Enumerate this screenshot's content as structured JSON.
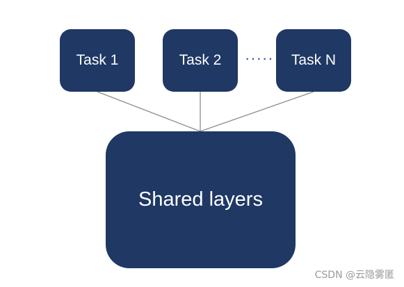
{
  "diagram": {
    "tasks": [
      {
        "label": "Task 1"
      },
      {
        "label": "Task 2"
      },
      {
        "label": "Task N"
      }
    ],
    "ellipsis": "·····",
    "shared_layers": {
      "label": "Shared layers"
    }
  },
  "colors": {
    "node_fill": "#1f3864",
    "node_text": "#ffffff",
    "connector": "#8c8c8c",
    "ellipsis": "#2f5597"
  },
  "watermark": "CSDN @云隐雾匿"
}
